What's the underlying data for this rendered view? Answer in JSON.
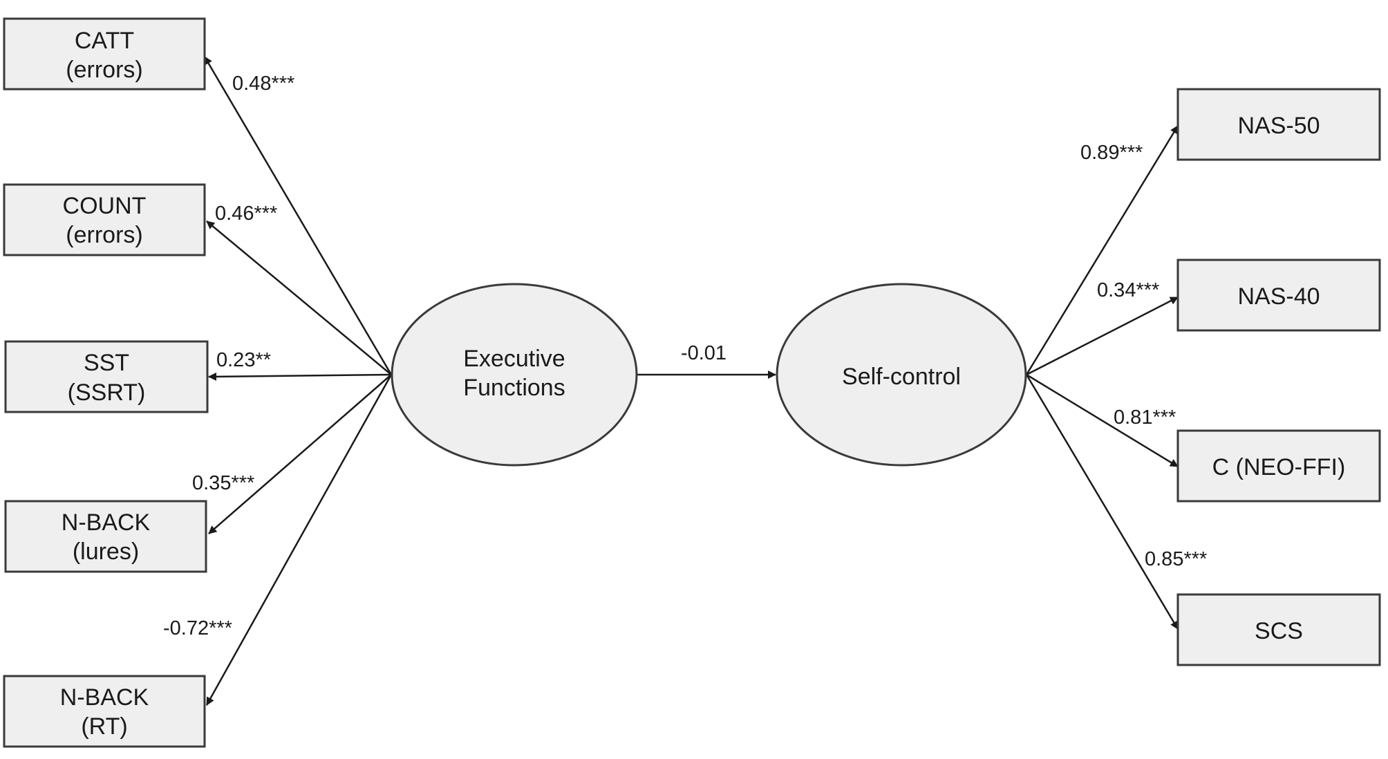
{
  "latents": {
    "executive_functions": {
      "line1": "Executive",
      "line2": "Functions"
    },
    "self_control": {
      "line1": "Self-control"
    }
  },
  "indicators_left": [
    {
      "line1": "CATT",
      "line2": "(errors)",
      "coef": "0.48***"
    },
    {
      "line1": "COUNT",
      "line2": "(errors)",
      "coef": "0.46***"
    },
    {
      "line1": "SST",
      "line2": "(SSRT)",
      "coef": "0.23**"
    },
    {
      "line1": "N-BACK",
      "line2": "(lures)",
      "coef": "0.35***"
    },
    {
      "line1": "N-BACK",
      "line2": "(RT)",
      "coef": "-0.72***"
    }
  ],
  "indicators_right": [
    {
      "label": "NAS-50",
      "coef": "0.89***"
    },
    {
      "label": "NAS-40",
      "coef": "0.34***"
    },
    {
      "label": "C (NEO-FFI)",
      "coef": "0.81***"
    },
    {
      "label": "SCS",
      "coef": "0.85***"
    }
  ],
  "structural_path": {
    "coef": "-0.01"
  }
}
